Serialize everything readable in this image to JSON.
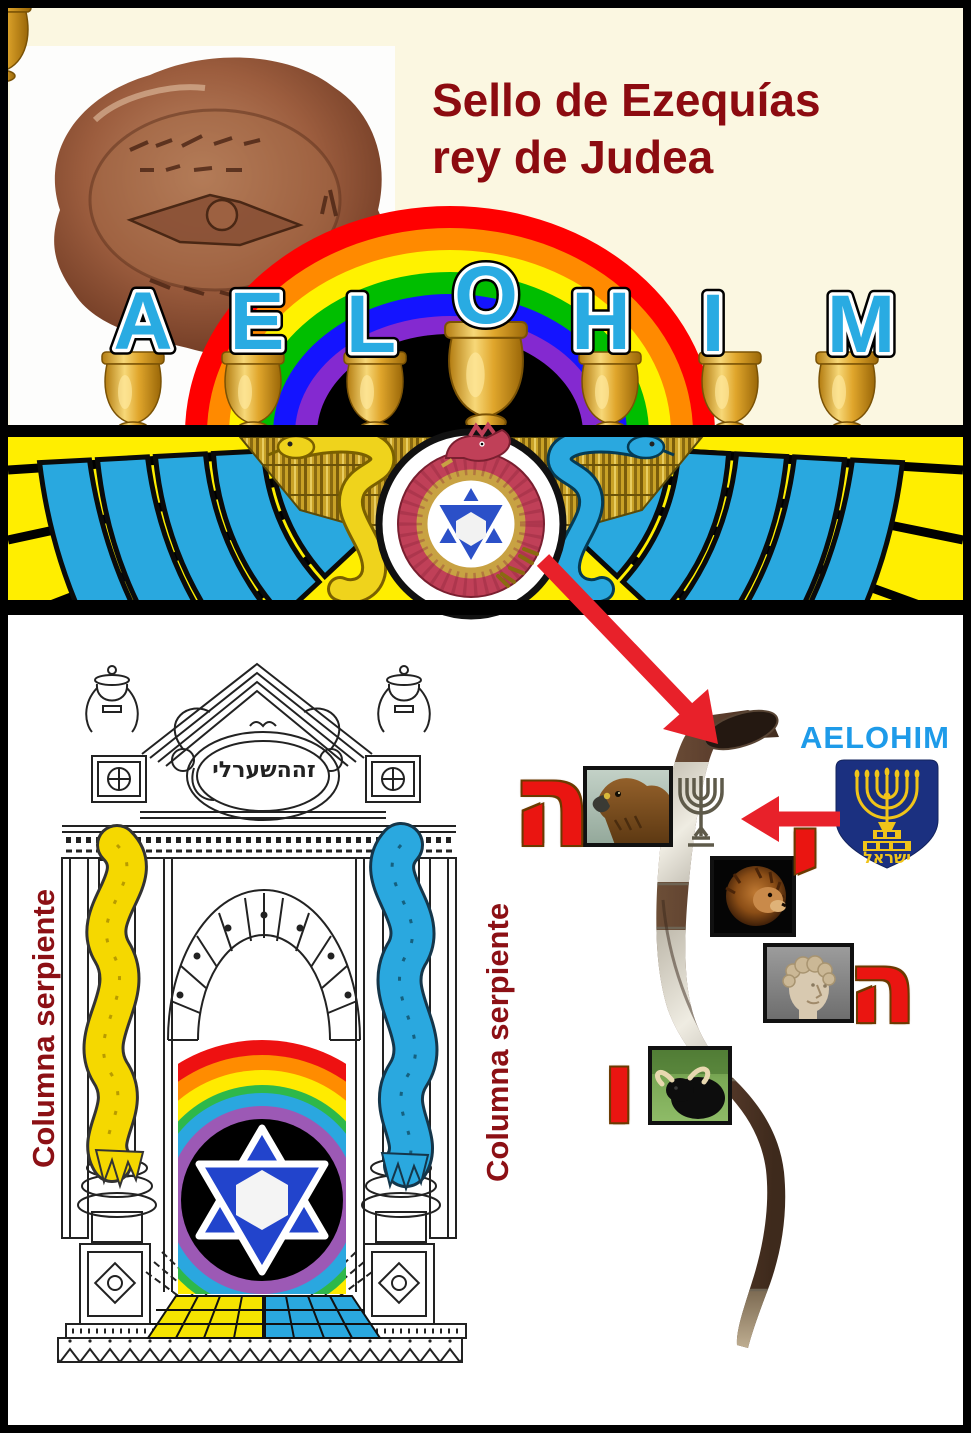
{
  "header": {
    "title_line1": "Sello de Ezequías",
    "title_line2": "rey de Judea"
  },
  "rainbow": {
    "letters": [
      "A",
      "E",
      "L",
      "O",
      "H",
      "I",
      "M"
    ],
    "menorah_cups": 7
  },
  "arch": {
    "cartouche_text": "זההשערלי",
    "left_column_label": "Columna serpiente",
    "right_column_label": "Columna serpiente"
  },
  "tetragrammaton": {
    "he1": "ה",
    "yod": "י",
    "he2": "ה",
    "vav": "ו"
  },
  "right_panel": {
    "aelohim_label": "AELOHIM",
    "emblem_caption": "ישראל",
    "photos": [
      "eagle",
      "lion",
      "david-statue",
      "bull"
    ]
  },
  "colors": {
    "background_cream": "#FBF7E1",
    "title_maroon": "#8C0B10",
    "letter_blue": "#29ABE2",
    "arrow_red": "#E8212A",
    "hebrew_red": "#EA1511",
    "band_yellow": "#FFEE00",
    "wing_blue": "#29A8DF",
    "emblem_blue": "#1B3080",
    "emblem_gold": "#F0C419",
    "star_blue": "#2244CC"
  }
}
